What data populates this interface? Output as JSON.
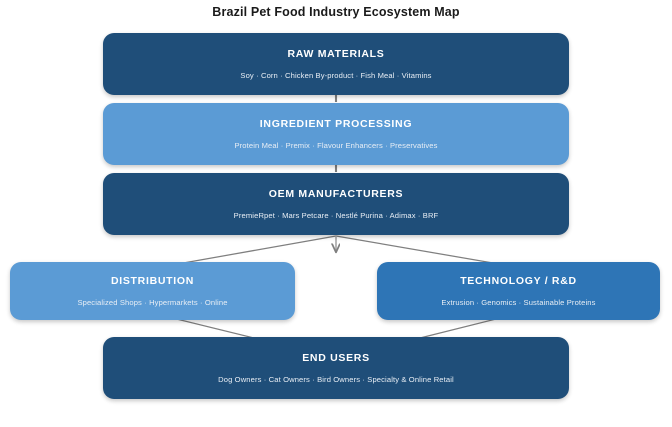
{
  "title": "Brazil Pet Food Industry Ecosystem Map",
  "colors": {
    "dark_navy": "#1f4e79",
    "medium_blue": "#5b9bd5",
    "deep_blue": "#2e75b6",
    "connector_gray": "#808080",
    "background": "#ffffff",
    "title_text": "#1a1a1a",
    "node_title_text": "#ffffff",
    "node_sub_text": "#e8eef5"
  },
  "diagram": {
    "type": "flow-ecosystem-map",
    "nodes": [
      {
        "id": "raw-materials",
        "title": "RAW MATERIALS",
        "subtitle": "Soy · Corn · Chicken By-product · Fish Meal · Vitamins",
        "items": [
          "Soy",
          "Corn",
          "Chicken By-product",
          "Fish Meal",
          "Vitamins"
        ],
        "color": "#1f4e79"
      },
      {
        "id": "ingredient-processing",
        "title": "INGREDIENT PROCESSING",
        "subtitle": "Protein Meal · Premix · Flavour Enhancers · Preservatives",
        "items": [
          "Protein Meal",
          "Premix",
          "Flavour Enhancers",
          "Preservatives"
        ],
        "color": "#5b9bd5"
      },
      {
        "id": "oem-manufacturers",
        "title": "OEM MANUFACTURERS",
        "subtitle": "PremieRpet · Mars Petcare · Nestlé Purina · Adimax · BRF",
        "items": [
          "PremieRpet",
          "Mars Petcare",
          "Nestlé Purina",
          "Adimax",
          "BRF"
        ],
        "color": "#1f4e79"
      },
      {
        "id": "distribution",
        "title": "DISTRIBUTION",
        "subtitle": "Specialized Shops · Hypermarkets · Online",
        "items": [
          "Specialized Shops",
          "Hypermarkets",
          "Online"
        ],
        "color": "#5b9bd5"
      },
      {
        "id": "technology-rnd",
        "title": "TECHNOLOGY / R&D",
        "subtitle": "Extrusion · Genomics · Sustainable Proteins",
        "items": [
          "Extrusion",
          "Genomics",
          "Sustainable Proteins"
        ],
        "color": "#2e75b6"
      },
      {
        "id": "end-users",
        "title": "END USERS",
        "subtitle": "Dog Owners · Cat Owners · Bird Owners · Specialty & Online Retail",
        "items": [
          "Dog Owners",
          "Cat Owners",
          "Bird Owners",
          "Specialty & Online Retail"
        ],
        "color": "#1f4e79"
      }
    ],
    "edges": [
      {
        "from": "raw-materials",
        "to": "ingredient-processing",
        "style": "vertical-arrow"
      },
      {
        "from": "ingredient-processing",
        "to": "oem-manufacturers",
        "style": "vertical-arrow"
      },
      {
        "from": "oem-manufacturers",
        "to": "distribution",
        "style": "diagonal-arrow"
      },
      {
        "from": "oem-manufacturers",
        "to": "technology-rnd",
        "style": "diagonal-arrow"
      },
      {
        "from": "oem-manufacturers",
        "to": "end-users",
        "style": "vertical-arrow-stub"
      },
      {
        "from": "distribution",
        "to": "end-users",
        "style": "diagonal-line"
      },
      {
        "from": "technology-rnd",
        "to": "end-users",
        "style": "diagonal-line"
      }
    ]
  }
}
